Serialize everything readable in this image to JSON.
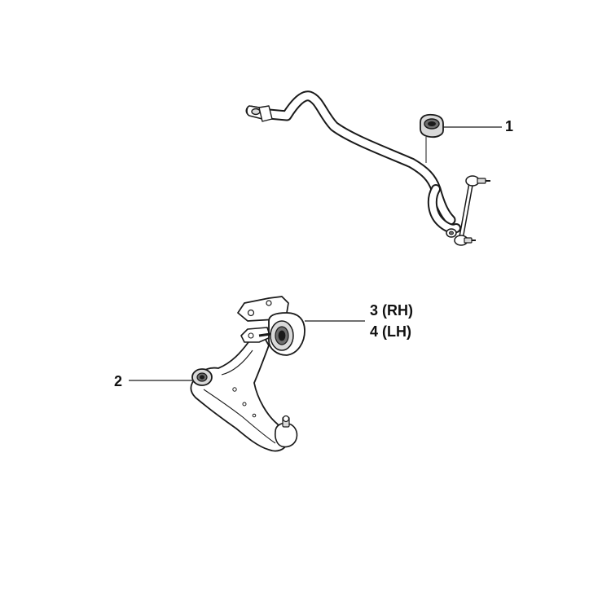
{
  "callouts": [
    {
      "id": "1",
      "label": "1"
    },
    {
      "id": "2",
      "label": "2"
    },
    {
      "id": "3",
      "label": "3 (RH)"
    },
    {
      "id": "4",
      "label": "4 (LH)"
    }
  ],
  "colors": {
    "line": "#1a1a1a",
    "fill": "#ffffff",
    "shade": "#d9d9d9",
    "dark": "#6e6e6e"
  }
}
